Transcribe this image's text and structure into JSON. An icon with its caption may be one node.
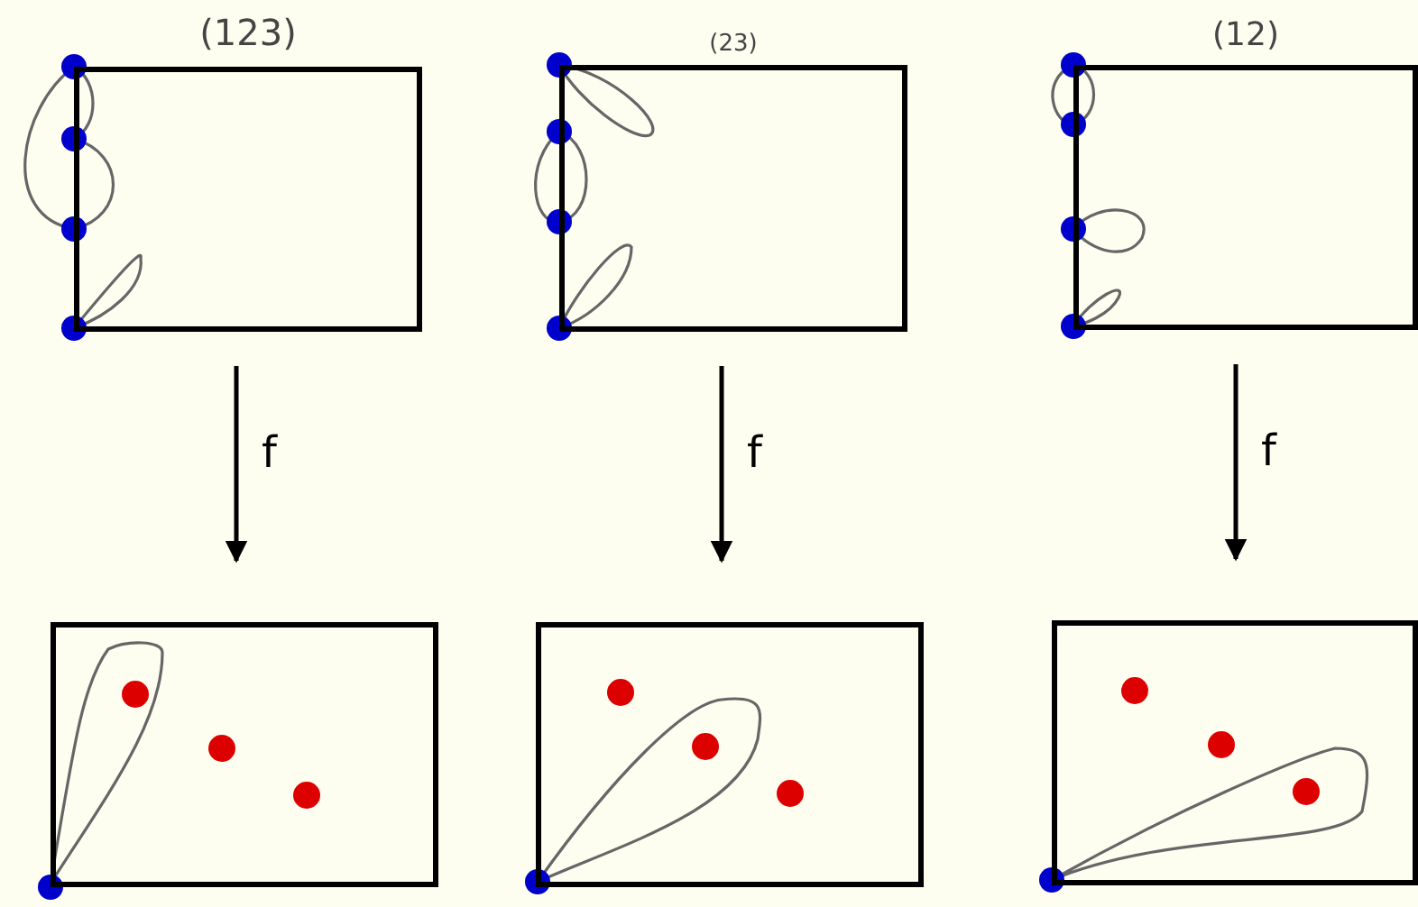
{
  "diagram": {
    "nodes": [
      {
        "text": [
          "(123)"
        ]
      },
      {
        "text": [
          "(23)"
        ]
      },
      {
        "text": [
          "(12)"
        ]
      },
      {
        "text": [],
        "shape": "box"
      },
      {
        "text": [],
        "shape": "box"
      },
      {
        "text": [],
        "shape": "box"
      }
    ],
    "edges": [
      {
        "from": 0,
        "to": 3,
        "arrow": "to",
        "label": "f"
      },
      {
        "from": 1,
        "to": 4,
        "arrow": "to",
        "label": "f"
      },
      {
        "from": 2,
        "to": 5,
        "arrow": "to",
        "label": "f"
      }
    ]
  }
}
